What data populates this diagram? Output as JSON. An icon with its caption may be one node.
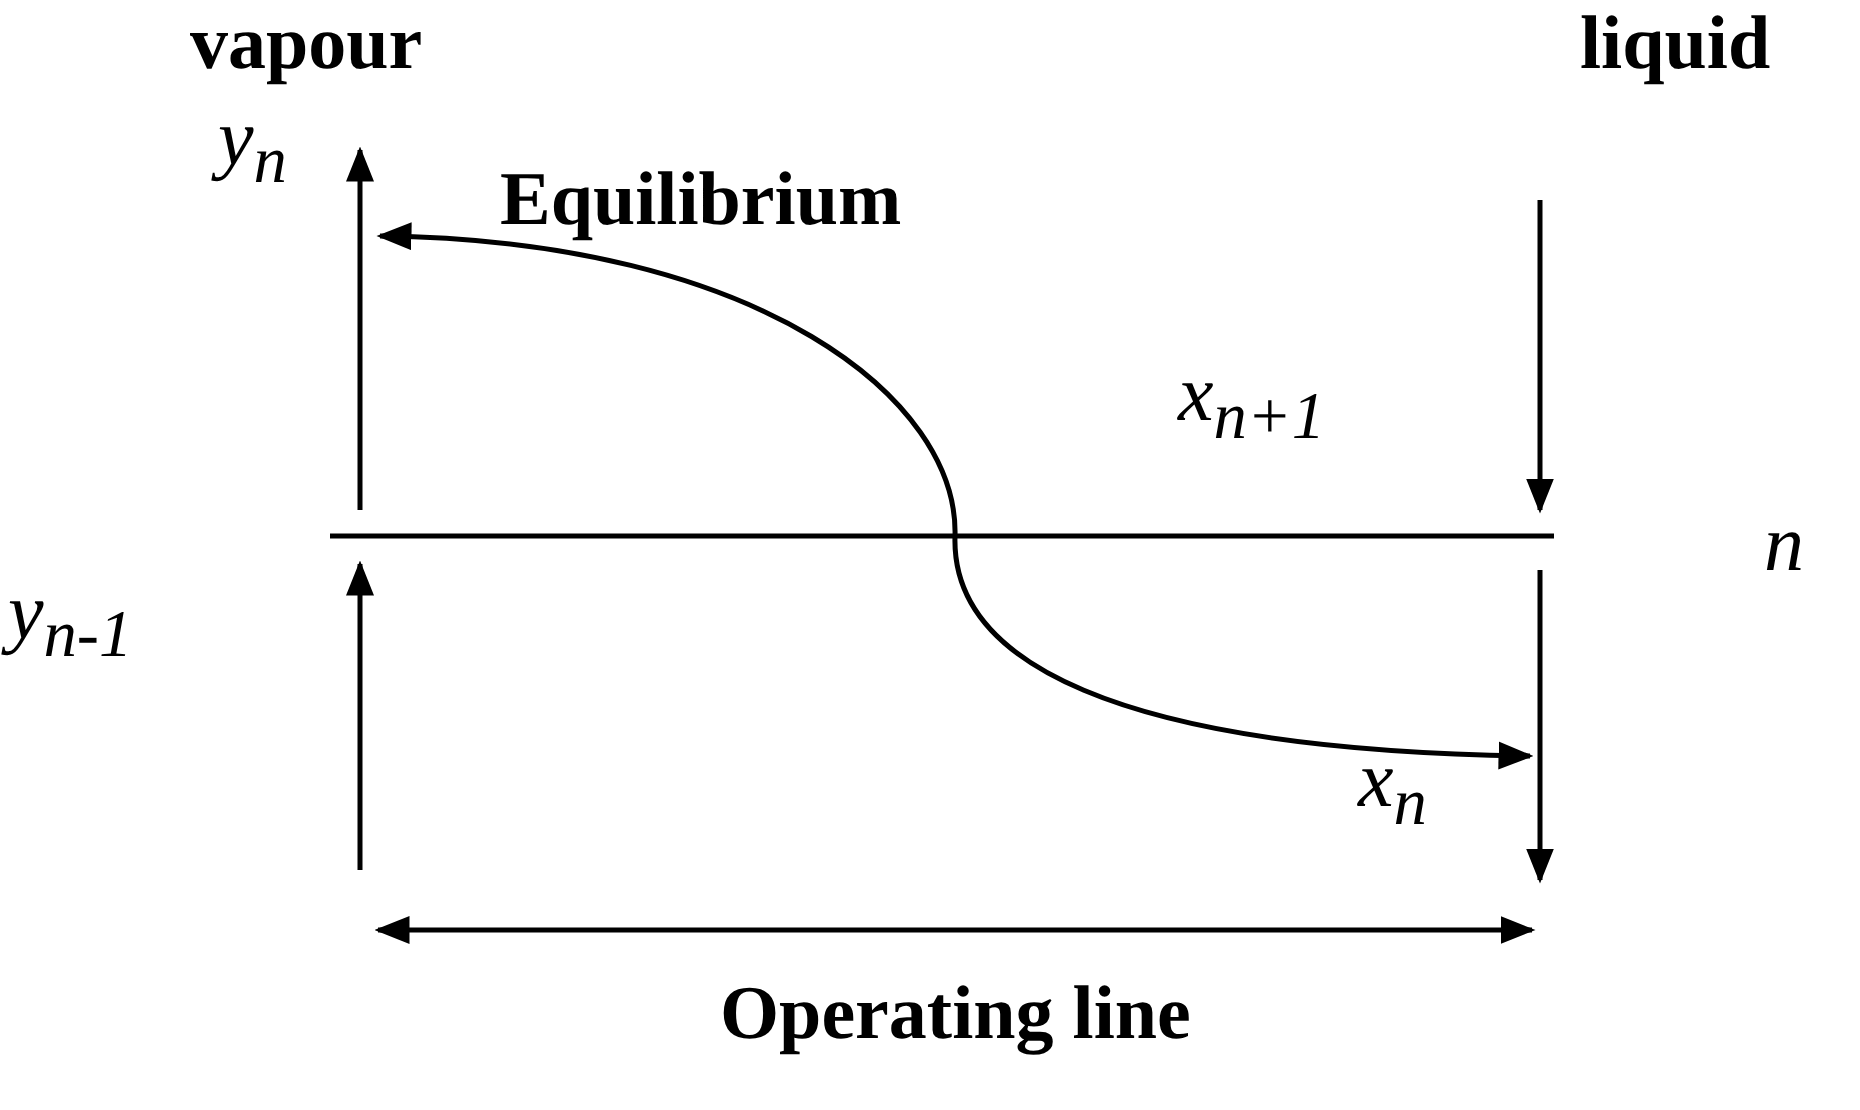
{
  "diagram": {
    "nodes": [
      {
        "text": [
          "y$_{n}$"
        ]
      },
      {
        "text": [
          "y$_{n-1}$"
        ]
      },
      {
        "text": [
          "x$_{n+1}$"
        ]
      },
      {
        "text": [
          "x$_{n}$"
        ]
      }
    ],
    "edges": [
      {
        "from": 0,
        "to": 3,
        "arrow": "both",
        "label": "Equilibrium"
      },
      {
        "from": 1,
        "to": 3,
        "arrow": "both",
        "label": "Operating line"
      }
    ],
    "labels": [
      "vapour",
      "liquid",
      "n"
    ]
  }
}
